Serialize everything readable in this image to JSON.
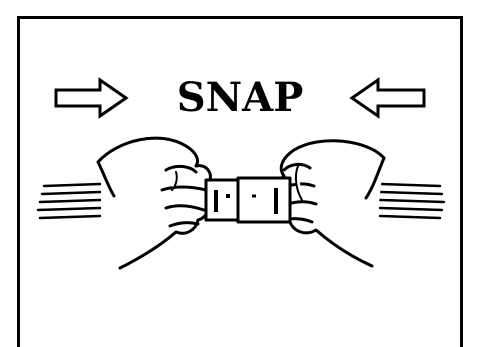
{
  "illustration": {
    "caption": "SNAP",
    "ink_color": "#000000",
    "background_color": "#ffffff",
    "left_arrow_icon": "arrow-right-outline",
    "right_arrow_icon": "arrow-left-outline"
  }
}
